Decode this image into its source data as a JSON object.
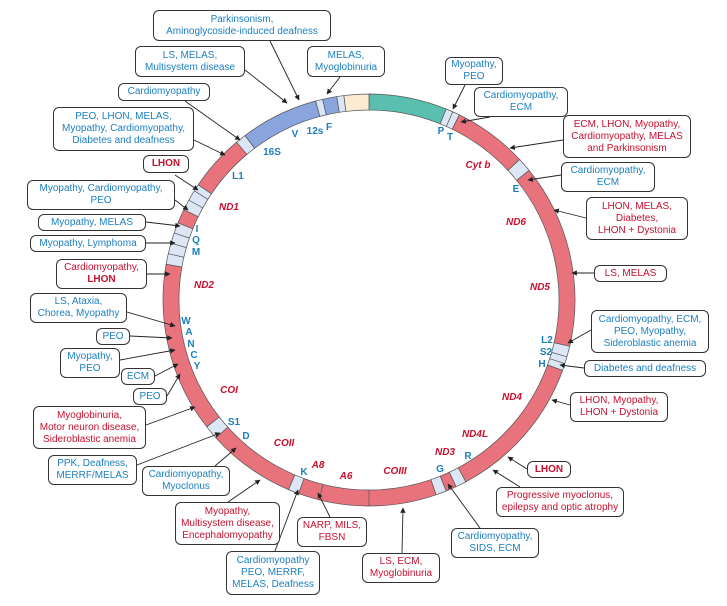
{
  "colors": {
    "protein_gene": "#e8737d",
    "rrna": "#8aa5dd",
    "trna": "#dce6f5",
    "control_region_left": "#fdebd1",
    "control_region_right": "#5bbfb0",
    "text_blue": "#1a7fc0",
    "text_red": "#c8102e"
  },
  "genes": {
    "cytb": "Cyt b",
    "nd6": "ND6",
    "nd5": "ND5",
    "nd4": "ND4",
    "nd4l": "ND4L",
    "nd3": "ND3",
    "co3": "COIII",
    "a6": "A6",
    "a8": "A8",
    "co2": "COII",
    "co1": "COI",
    "nd2": "ND2",
    "nd1": "ND1",
    "s16": "16S",
    "s12": "12s"
  },
  "trnas": {
    "F": "F",
    "V": "V",
    "L1": "L1",
    "I": "I",
    "Q": "Q",
    "M": "M",
    "W": "W",
    "A": "A",
    "N": "N",
    "C": "C",
    "Y": "Y",
    "S1": "S1",
    "D": "D",
    "K": "K",
    "G": "G",
    "R": "R",
    "H": "H",
    "S2": "S2",
    "L2": "L2",
    "E": "E",
    "T": "T",
    "P": "P"
  },
  "labels": {
    "parkinsonism": [
      "Parkinsonism,",
      "Aminoglycoside-induced deafness"
    ],
    "ls_melas_multi": [
      "LS, MELAS,",
      "Multisystem disease"
    ],
    "melas_myoglob": [
      "MELAS,",
      "Myoglobinuria"
    ],
    "myopathy_peo": [
      "Myopathy,",
      "PEO"
    ],
    "cardiomyopathy_top": [
      "Cardiomyopathy"
    ],
    "cardio_ecm_t": [
      "Cardiomyopathy,",
      "ECM"
    ],
    "peo_lhon_block": [
      "PEO, LHON, MELAS,",
      "Myopathy, Cardiomyopathy,",
      "Diabetes and deafness"
    ],
    "ecm_lhon_cytb": [
      "ECM, LHON, Myopathy,",
      "Cardiomyopathy, MELAS",
      "and Parkinsonism"
    ],
    "lhon_nd1": [
      "LHON"
    ],
    "cardio_ecm_e": [
      "Cardiomyopathy,",
      "ECM"
    ],
    "myo_cardio_peo": [
      "Myopathy, Cardiomyopathy,",
      "PEO"
    ],
    "lhon_melas_diab": [
      "LHON, MELAS,",
      "Diabetes,",
      "LHON + Dystonia"
    ],
    "myopathy_melas": [
      "Myopathy, MELAS"
    ],
    "myopathy_lymphoma": [
      "Myopathy, Lymphoma"
    ],
    "ls_melas_nd5": [
      "LS, MELAS"
    ],
    "cardio_lhon_nd2": [
      "Cardiomyopathy,",
      "LHON"
    ],
    "ls_ataxia": [
      "LS, Ataxia,",
      "Chorea, Myopathy"
    ],
    "cardio_ecm_peo_l2": [
      "Cardiomyopathy, ECM,",
      "PEO, Myopathy,",
      "Sideroblastic anemia"
    ],
    "peo_a": [
      "PEO"
    ],
    "myopathy_peo_c": [
      "Myopathy,",
      "PEO"
    ],
    "diabetes_deafness_h": [
      "Diabetes and deafness"
    ],
    "ecm_y": [
      "ECM"
    ],
    "peo_y": [
      "PEO"
    ],
    "lhon_nd4": [
      "LHON, Myopathy,",
      "LHON + Dystonia"
    ],
    "myoglob_co1": [
      "Myoglobinuria,",
      "Motor neuron disease,",
      "Sideroblastic anemia"
    ],
    "lhon_nd4l": [
      "LHON"
    ],
    "ppk_deafness": [
      "PPK, Deafness,",
      "MERRF/MELAS"
    ],
    "cardio_myoclonus": [
      "Cardiomyopathy,",
      "Myoclonus"
    ],
    "progressive_myoclonus": [
      "Progressive myoclonus,",
      "epilepsy and optic atrophy"
    ],
    "myopathy_multi_enceph": [
      "Myopathy,",
      "Multisystem disease,",
      "Encephalomyopathy"
    ],
    "narp_mils": [
      "NARP, MILS,",
      "FBSN"
    ],
    "cardio_sids": [
      "Cardiomyopathy,",
      "SIDS, ECM"
    ],
    "cardio_peo_merrf": [
      "Cardiomyopathy",
      "PEO, MERRF,",
      "MELAS, Deafness"
    ],
    "ls_ecm_myoglob": [
      "LS, ECM,",
      "Myoglobinuria"
    ]
  }
}
